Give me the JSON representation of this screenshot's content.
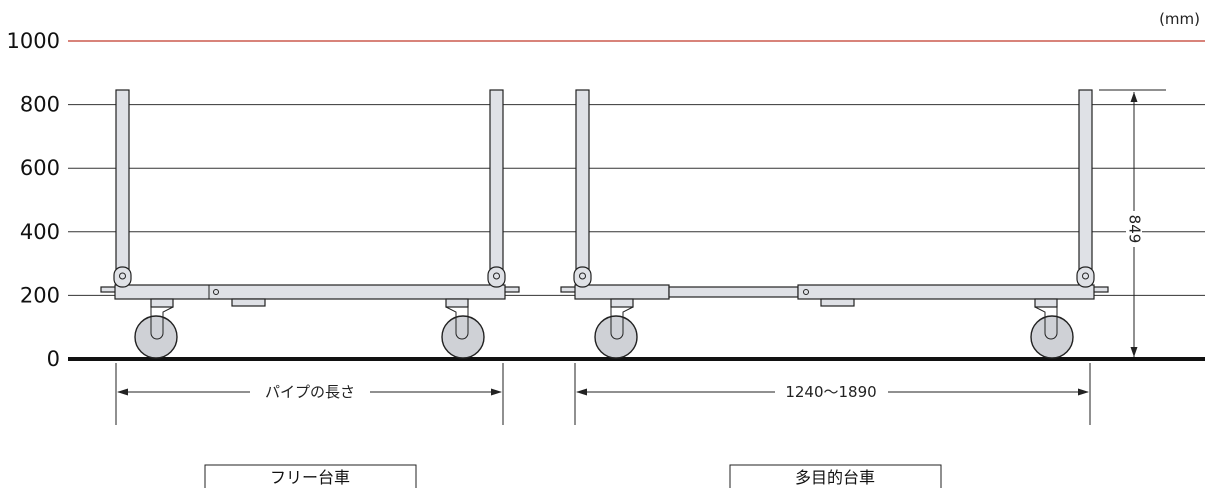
{
  "unit_label": "(mm)",
  "y_axis": {
    "ticks": [
      0,
      200,
      400,
      600,
      800,
      1000
    ],
    "ylim": [
      0,
      1000
    ]
  },
  "height_dimension": "849",
  "carts": [
    {
      "name": "フリー台車",
      "length_label": "パイプの長さ"
    },
    {
      "name": "多目的台車",
      "length_label": "1240〜1890"
    }
  ],
  "colors": {
    "limit_line": "#c0392b",
    "steel": "#dfe1e6",
    "ground": "#111111"
  }
}
